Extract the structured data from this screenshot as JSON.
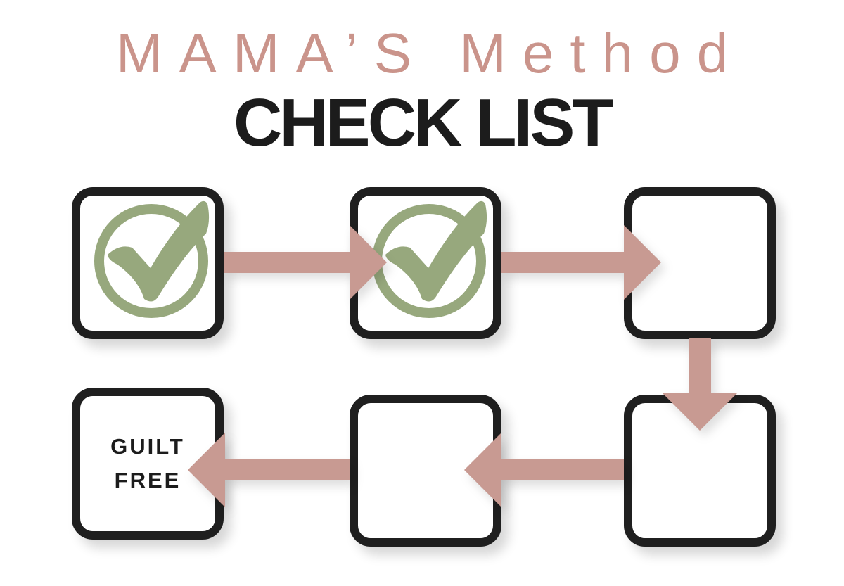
{
  "header": {
    "brand": "MAMA’S Method",
    "title": "CHECK LIST"
  },
  "flowchart": {
    "nodes": [
      {
        "id": "step-1",
        "row": 1,
        "col": 1,
        "state": "checked",
        "icon": "circle-check-icon"
      },
      {
        "id": "step-2",
        "row": 1,
        "col": 2,
        "state": "checked",
        "icon": "circle-check-icon"
      },
      {
        "id": "step-3",
        "row": 1,
        "col": 3,
        "state": "empty"
      },
      {
        "id": "step-4",
        "row": 2,
        "col": 3,
        "state": "empty"
      },
      {
        "id": "step-5",
        "row": 2,
        "col": 2,
        "state": "empty"
      },
      {
        "id": "goal",
        "row": 2,
        "col": 1,
        "state": "label",
        "label": "GUILT FREE"
      }
    ],
    "connections": [
      {
        "from": "step-1",
        "to": "step-2",
        "direction": "right"
      },
      {
        "from": "step-2",
        "to": "step-3",
        "direction": "right"
      },
      {
        "from": "step-3",
        "to": "step-4",
        "direction": "down"
      },
      {
        "from": "step-4",
        "to": "step-5",
        "direction": "left"
      },
      {
        "from": "step-5",
        "to": "goal",
        "direction": "left"
      }
    ]
  },
  "colors": {
    "background": "#ffffff",
    "brand_rose": "#ca948b",
    "arrow_rose": "#c89a92",
    "check_green": "#97a87d",
    "ink": "#1f1f1f"
  }
}
